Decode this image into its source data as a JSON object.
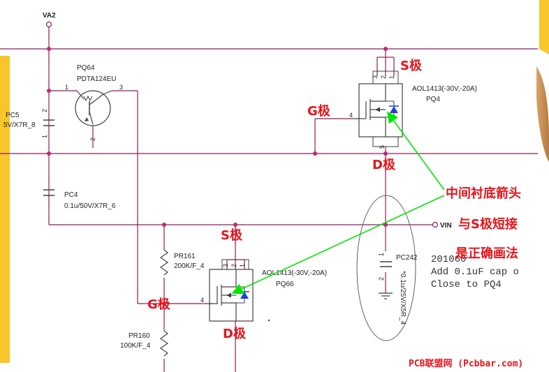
{
  "net_va2": "VA2",
  "net_vin": "VIN",
  "pq64": {
    "ref": "PQ64",
    "part": "PDTA124EU",
    "pin1": "1",
    "pin2": "2",
    "pin3": "3"
  },
  "pc5": {
    "ref": "PC5",
    "value": "5V/X7R_8",
    "pin1": "1",
    "pin2": "2"
  },
  "pc4": {
    "ref": "PC4",
    "value": "0.1u/50V/X7R_6"
  },
  "pq4": {
    "ref": "PQ4",
    "part": "AOL1413(-30V,-20A)",
    "pin1": "1",
    "pin2": "2",
    "pin3": "3",
    "pin4": "4",
    "pin5": "5"
  },
  "pq66": {
    "ref": "PQ66",
    "part": "AOL1413(-30V,-20A)",
    "pin1": "1",
    "pin2": "2",
    "pin3": "3",
    "pin4": "4"
  },
  "pr161": {
    "ref": "PR161",
    "value": "200K/F_4"
  },
  "pr160": {
    "ref": "PR160",
    "value": "100K/F_4"
  },
  "pc242": {
    "ref": "PC242",
    "value": "*0.1u/25V/X5R_4",
    "pin1": "1",
    "pin2": "2"
  },
  "labels": {
    "s_pole": "S极",
    "g_pole": "G极",
    "d_pole": "D极"
  },
  "annotation": {
    "line1": "中间衬底箭头",
    "line2": "与S极短接",
    "line3": "是正确画法"
  },
  "comment": {
    "line1": "201060",
    "line2": "Add 0.1uF cap o",
    "line3": "Close to PQ4"
  },
  "credit": "PCB联盟网 (Pcbbar.com)",
  "colors": {
    "wire": "#8b1d5b",
    "component": "#404040",
    "annotation_text": "#e8131b",
    "arrow": "#00e600",
    "side_accent": "#f8c62a"
  }
}
